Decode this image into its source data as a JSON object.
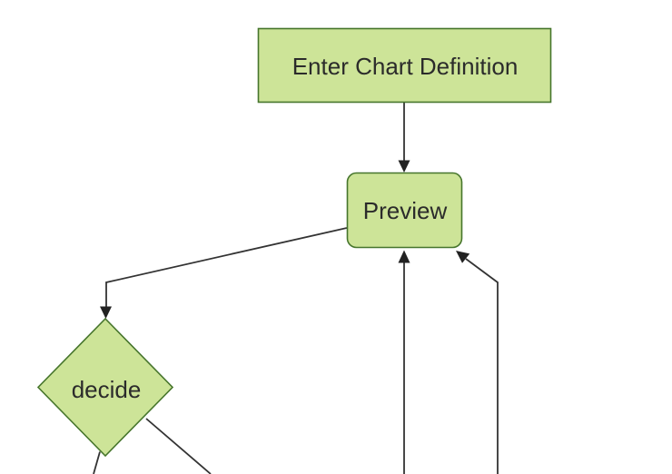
{
  "diagram": {
    "type": "flowchart",
    "direction": "top-down",
    "background": "#ffffff",
    "colors": {
      "node_fill": "#cde498",
      "node_stroke": "#46752c",
      "edge_stroke": "#333333",
      "arrowhead_fill": "#222222",
      "label_color": "#2b2b2b"
    },
    "nodes": [
      {
        "id": "enter-chart-definition",
        "label": "Enter Chart Definition",
        "shape": "rectangle"
      },
      {
        "id": "preview",
        "label": "Preview",
        "shape": "rounded-rectangle"
      },
      {
        "id": "decide",
        "label": "decide",
        "shape": "diamond"
      }
    ],
    "edges": [
      {
        "from": "enter-chart-definition",
        "to": "preview",
        "arrow": true
      },
      {
        "from": "preview",
        "to": "decide",
        "arrow": true
      },
      {
        "from": "offscreen-bottom-center",
        "to": "preview",
        "arrow": true
      },
      {
        "from": "offscreen-bottom-right",
        "to": "preview",
        "arrow": true
      },
      {
        "from": "decide",
        "to": "offscreen-bottom-left",
        "arrow": false
      },
      {
        "from": "decide",
        "to": "offscreen-bottom-right",
        "arrow": false
      }
    ]
  }
}
